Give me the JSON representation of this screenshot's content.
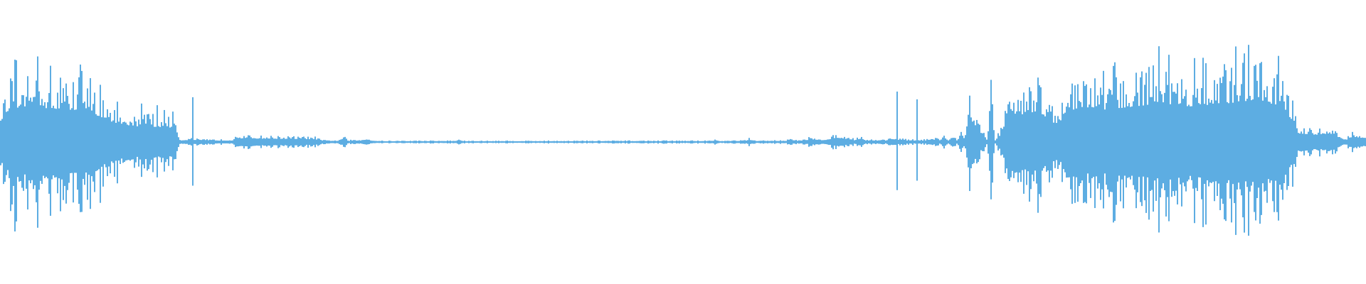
{
  "waveform": {
    "color": "#5dade2",
    "background": "#ffffff",
    "duration_units": 1000,
    "envelope": [
      [
        0,
        0.3
      ],
      [
        6,
        0.45
      ],
      [
        16,
        0.5
      ],
      [
        40,
        0.47
      ],
      [
        64,
        0.44
      ],
      [
        76,
        0.32
      ],
      [
        84,
        0.26
      ],
      [
        100,
        0.22
      ],
      [
        128,
        0.2
      ],
      [
        131,
        0.02
      ],
      [
        140,
        0.03
      ],
      [
        147,
        0.02
      ],
      [
        170,
        0.02
      ],
      [
        172,
        0.07
      ],
      [
        175,
        0.05
      ],
      [
        230,
        0.04
      ],
      [
        236,
        0.015
      ],
      [
        248,
        0.015
      ],
      [
        251,
        0.05
      ],
      [
        254,
        0.015
      ],
      [
        264,
        0.02
      ],
      [
        268,
        0.035
      ],
      [
        272,
        0.015
      ],
      [
        280,
        0.01
      ],
      [
        333,
        0.012
      ],
      [
        336,
        0.025
      ],
      [
        339,
        0.01
      ],
      [
        520,
        0.012
      ],
      [
        523,
        0.022
      ],
      [
        526,
        0.01
      ],
      [
        545,
        0.015
      ],
      [
        548,
        0.03
      ],
      [
        551,
        0.012
      ],
      [
        575,
        0.015
      ],
      [
        578,
        0.04
      ],
      [
        581,
        0.015
      ],
      [
        590,
        0.02
      ],
      [
        593,
        0.05
      ],
      [
        597,
        0.02
      ],
      [
        605,
        0.03
      ],
      [
        612,
        0.06
      ],
      [
        617,
        0.05
      ],
      [
        625,
        0.025
      ],
      [
        630,
        0.05
      ],
      [
        633,
        0.02
      ],
      [
        648,
        0.02
      ],
      [
        652,
        0.04
      ],
      [
        664,
        0.02
      ],
      [
        675,
        0.02
      ],
      [
        630,
        0.05
      ],
      [
        690,
        0.05
      ],
      [
        704,
        0.1
      ],
      [
        712,
        0.2
      ],
      [
        720,
        0.1
      ],
      [
        722,
        0.02
      ],
      [
        728,
        0.02
      ],
      [
        732,
        0.1
      ],
      [
        745,
        0.35
      ],
      [
        762,
        0.4
      ],
      [
        772,
        0.25
      ],
      [
        686,
        0.03
      ],
      [
        688,
        0.02
      ],
      [
        694,
        0.02
      ],
      [
        697,
        0.06
      ],
      [
        700,
        0.02
      ],
      [
        705,
        0.03
      ],
      [
        710,
        0.3
      ],
      [
        725,
        0.45
      ],
      [
        740,
        0.45
      ],
      [
        760,
        0.45
      ],
      [
        790,
        0.5
      ],
      [
        805,
        0.45
      ],
      [
        830,
        0.5
      ],
      [
        850,
        0.55
      ],
      [
        870,
        0.5
      ],
      [
        900,
        0.55
      ],
      [
        920,
        0.6
      ],
      [
        937,
        0.5
      ],
      [
        946,
        0.3
      ],
      [
        950,
        0.12
      ],
      [
        965,
        0.1
      ],
      [
        977,
        0.12
      ],
      [
        980,
        0.04
      ],
      [
        985,
        0.03
      ],
      [
        990,
        0.08
      ],
      [
        995,
        0.05
      ],
      [
        1000,
        0.06
      ]
    ],
    "spikes": [
      [
        141,
        0.46
      ],
      [
        671,
        0.35
      ],
      [
        656,
        0.45
      ],
      [
        918,
        0.71
      ],
      [
        893,
        0.6
      ],
      [
        848,
        0.55
      ],
      [
        794,
        0.5
      ],
      [
        860,
        0.5
      ]
    ]
  }
}
